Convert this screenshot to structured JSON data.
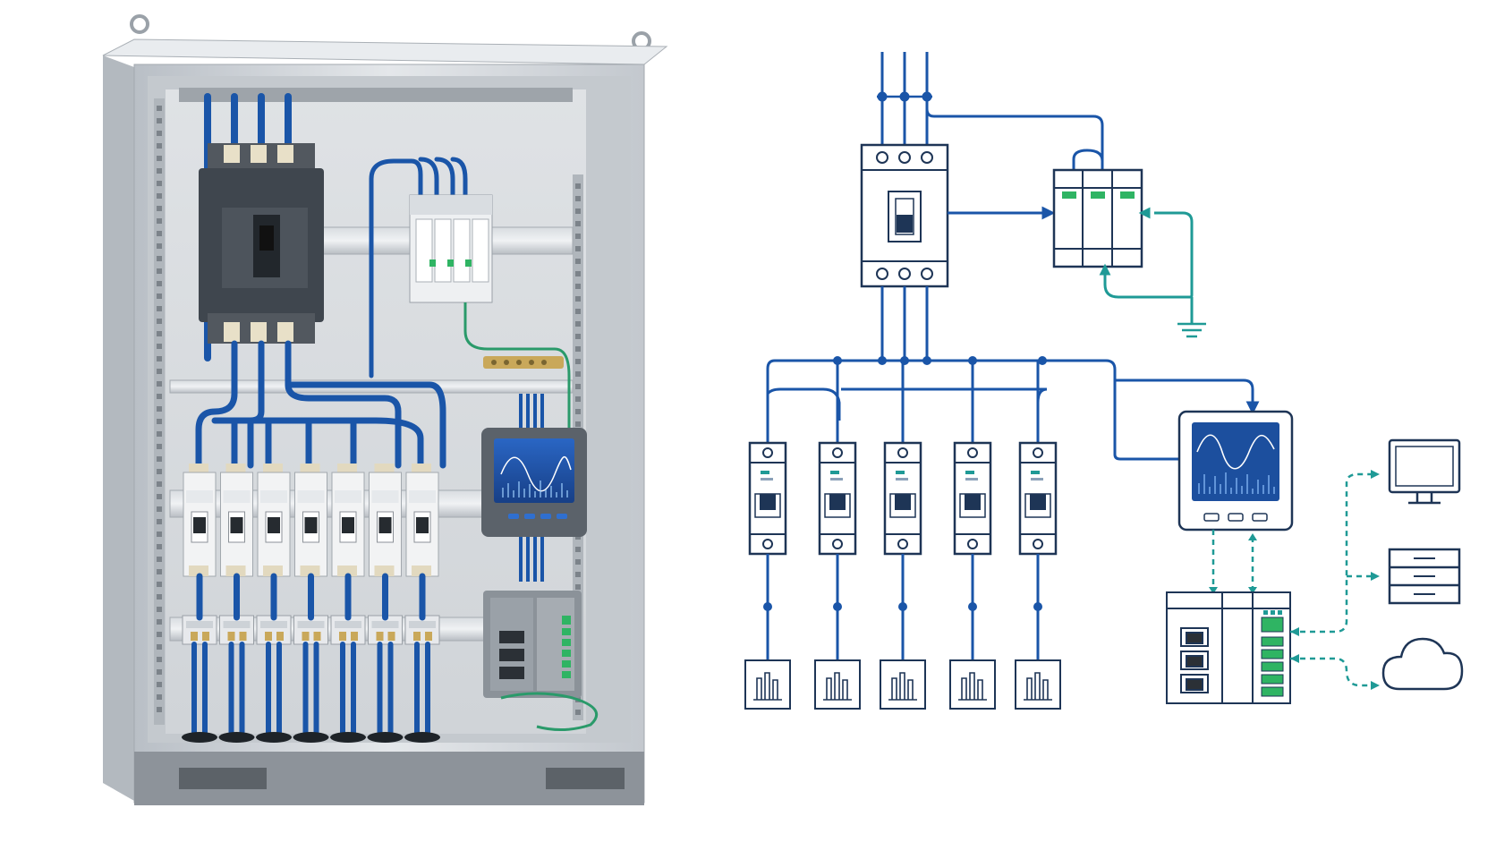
{
  "colors": {
    "wire_blue": "#1a55a8",
    "wire_teal": "#1f9a96",
    "cabinet_gray": "#c9ced4",
    "device_dark": "#3f464e",
    "screen_blue": "#1c4f9e"
  },
  "icons": [
    "ground-icon",
    "monitor-icon",
    "server-icon",
    "cloud-icon",
    "ethernet-port-icon"
  ],
  "cabinet": {
    "branch_breaker_count": 7,
    "terminal_block_count": 7
  },
  "schematic": {
    "branch_count": 5
  }
}
